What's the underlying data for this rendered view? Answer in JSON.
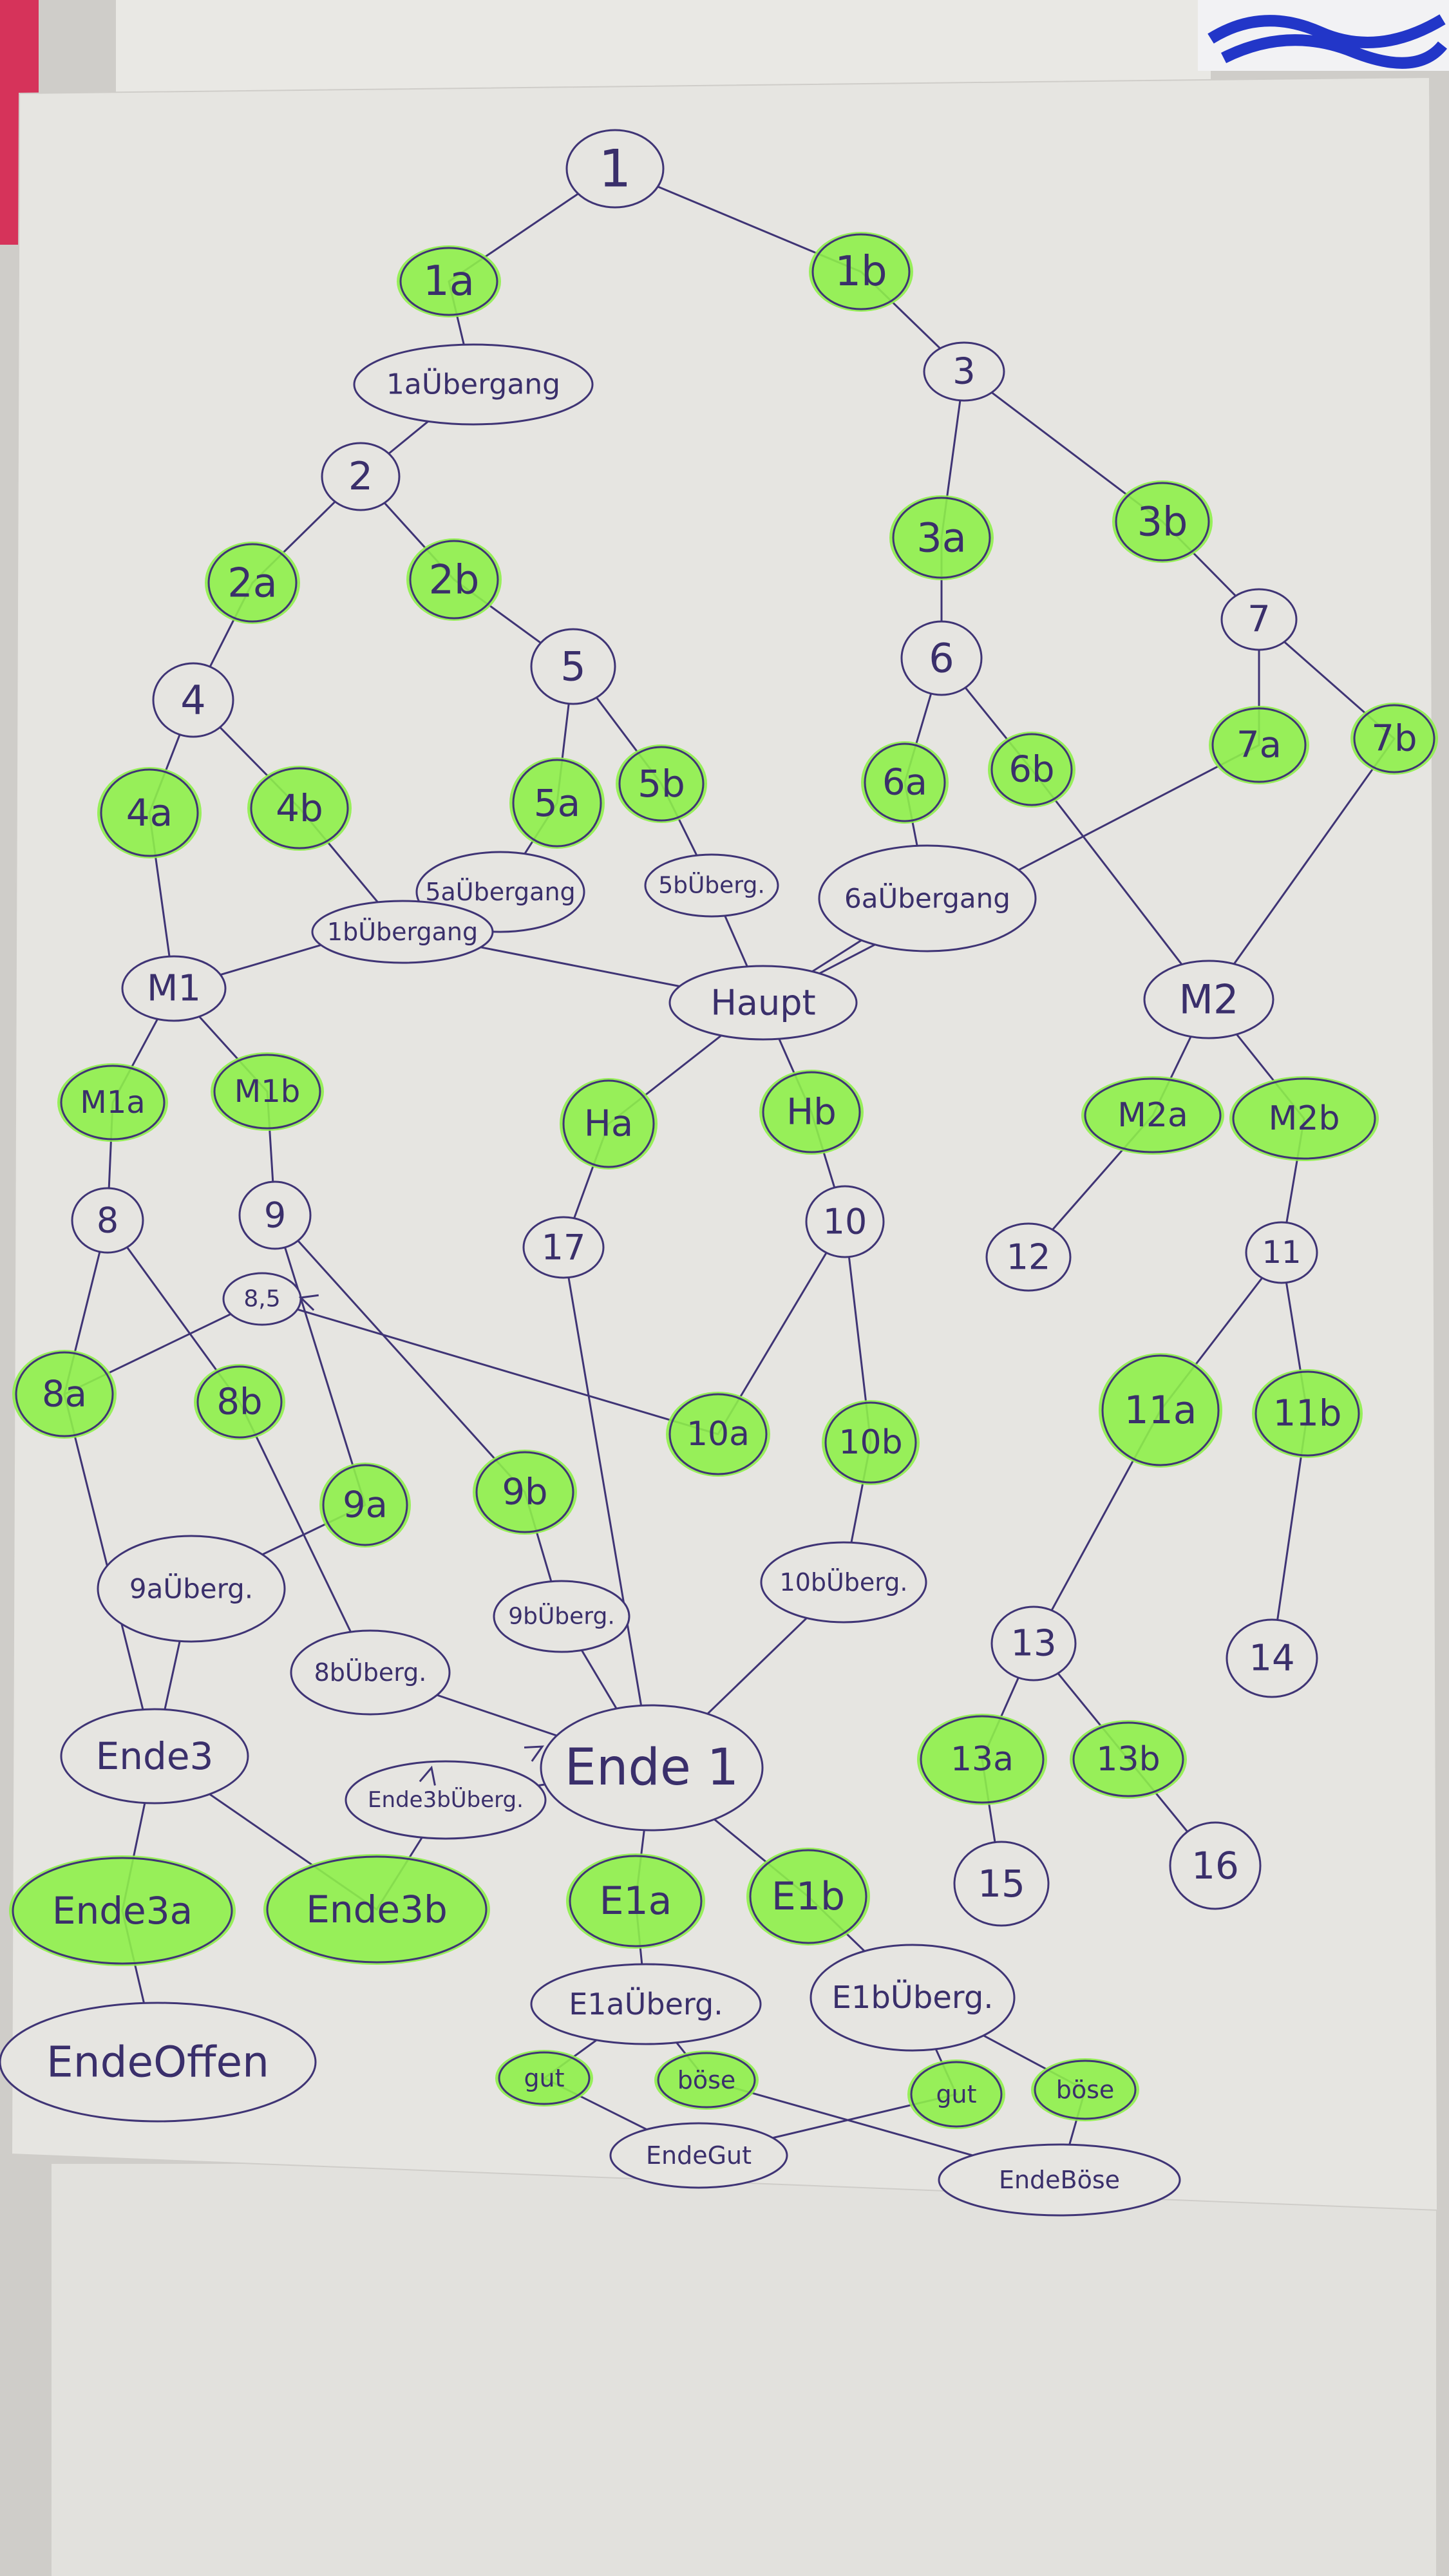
{
  "colors": {
    "ink": "#3f3475",
    "highlight": "#8ef04a",
    "paper": "#e6e5e1"
  },
  "nodes": [
    {
      "id": "n1",
      "label": "1"
    },
    {
      "id": "n1a",
      "label": "1a",
      "highlighted": true
    },
    {
      "id": "n1b",
      "label": "1b",
      "highlighted": true
    },
    {
      "id": "n1au",
      "label": "1aÜbergang"
    },
    {
      "id": "n2",
      "label": "2"
    },
    {
      "id": "n3",
      "label": "3"
    },
    {
      "id": "n2a",
      "label": "2a",
      "highlighted": true
    },
    {
      "id": "n2b",
      "label": "2b",
      "highlighted": true
    },
    {
      "id": "n3a",
      "label": "3a",
      "highlighted": true
    },
    {
      "id": "n3b",
      "label": "3b",
      "highlighted": true
    },
    {
      "id": "n4",
      "label": "4"
    },
    {
      "id": "n5",
      "label": "5"
    },
    {
      "id": "n6",
      "label": "6"
    },
    {
      "id": "n7",
      "label": "7"
    },
    {
      "id": "n4a",
      "label": "4a",
      "highlighted": true
    },
    {
      "id": "n4b",
      "label": "4b",
      "highlighted": true
    },
    {
      "id": "n5a",
      "label": "5a",
      "highlighted": true
    },
    {
      "id": "n5b",
      "label": "5b",
      "highlighted": true
    },
    {
      "id": "n6a",
      "label": "6a",
      "highlighted": true
    },
    {
      "id": "n6b",
      "label": "6b",
      "highlighted": true
    },
    {
      "id": "n7a",
      "label": "7a",
      "highlighted": true
    },
    {
      "id": "n7b",
      "label": "7b",
      "highlighted": true
    },
    {
      "id": "n5au",
      "label": "5aÜbergang"
    },
    {
      "id": "n1bu",
      "label": "1bÜbergang"
    },
    {
      "id": "n5bu",
      "label": "5bÜberg."
    },
    {
      "id": "n6au",
      "label": "6aÜbergang"
    },
    {
      "id": "nM1",
      "label": "M1"
    },
    {
      "id": "nHaupt",
      "label": "Haupt"
    },
    {
      "id": "nM2",
      "label": "M2"
    },
    {
      "id": "nM1a",
      "label": "M1a",
      "highlighted": true
    },
    {
      "id": "nM1b",
      "label": "M1b",
      "highlighted": true
    },
    {
      "id": "nHa",
      "label": "Ha",
      "highlighted": true
    },
    {
      "id": "nHb",
      "label": "Hb",
      "highlighted": true
    },
    {
      "id": "nM2a",
      "label": "M2a",
      "highlighted": true
    },
    {
      "id": "nM2b",
      "label": "M2b",
      "highlighted": true
    },
    {
      "id": "n8",
      "label": "8"
    },
    {
      "id": "n9",
      "label": "9"
    },
    {
      "id": "n17",
      "label": "17"
    },
    {
      "id": "n10",
      "label": "10"
    },
    {
      "id": "n12",
      "label": "12"
    },
    {
      "id": "n11",
      "label": "11"
    },
    {
      "id": "n85",
      "label": "8,5"
    },
    {
      "id": "n8a",
      "label": "8a",
      "highlighted": true
    },
    {
      "id": "n8b",
      "label": "8b",
      "highlighted": true
    },
    {
      "id": "n10a",
      "label": "10a",
      "highlighted": true
    },
    {
      "id": "n10b",
      "label": "10b",
      "highlighted": true
    },
    {
      "id": "n11a",
      "label": "11a",
      "highlighted": true
    },
    {
      "id": "n11b",
      "label": "11b",
      "highlighted": true
    },
    {
      "id": "n9a",
      "label": "9a",
      "highlighted": true
    },
    {
      "id": "n9b",
      "label": "9b",
      "highlighted": true
    },
    {
      "id": "n9au",
      "label": "9aÜberg."
    },
    {
      "id": "n9bu",
      "label": "9bÜberg."
    },
    {
      "id": "n10bu",
      "label": "10bÜberg."
    },
    {
      "id": "n8bu",
      "label": "8bÜberg."
    },
    {
      "id": "n13",
      "label": "13"
    },
    {
      "id": "n14",
      "label": "14"
    },
    {
      "id": "nEnde3",
      "label": "Ende3"
    },
    {
      "id": "nEnde1",
      "label": "Ende 1"
    },
    {
      "id": "nE3bu",
      "label": "Ende3bÜberg."
    },
    {
      "id": "n13a",
      "label": "13a",
      "highlighted": true
    },
    {
      "id": "n13b",
      "label": "13b",
      "highlighted": true
    },
    {
      "id": "nEnde3a",
      "label": "Ende3a",
      "highlighted": true
    },
    {
      "id": "nEnde3b",
      "label": "Ende3b",
      "highlighted": true
    },
    {
      "id": "nE1a",
      "label": "E1a",
      "highlighted": true
    },
    {
      "id": "nE1b",
      "label": "E1b",
      "highlighted": true
    },
    {
      "id": "n15",
      "label": "15"
    },
    {
      "id": "n16",
      "label": "16"
    },
    {
      "id": "nE1au",
      "label": "E1aÜberg."
    },
    {
      "id": "nE1bu",
      "label": "E1bÜberg."
    },
    {
      "id": "nEndeOffen",
      "label": "EndeOffen"
    },
    {
      "id": "ngut1",
      "label": "gut",
      "highlighted": true
    },
    {
      "id": "nbose1",
      "label": "böse",
      "highlighted": true
    },
    {
      "id": "ngut2",
      "label": "gut",
      "highlighted": true
    },
    {
      "id": "nbose2",
      "label": "böse",
      "highlighted": true
    },
    {
      "id": "nEndeGut",
      "label": "EndeGut"
    },
    {
      "id": "nEndeBose",
      "label": "EndeBöse"
    }
  ],
  "edges": [
    [
      "n1",
      "n1a"
    ],
    [
      "n1",
      "n1b"
    ],
    [
      "n1a",
      "n1au"
    ],
    [
      "n1au",
      "n2"
    ],
    [
      "n1b",
      "n3"
    ],
    [
      "n2",
      "n2a"
    ],
    [
      "n2",
      "n2b"
    ],
    [
      "n3",
      "n3a"
    ],
    [
      "n3",
      "n3b"
    ],
    [
      "n2a",
      "n4"
    ],
    [
      "n2b",
      "n5"
    ],
    [
      "n3a",
      "n6"
    ],
    [
      "n3b",
      "n7"
    ],
    [
      "n4",
      "n4a"
    ],
    [
      "n4",
      "n4b"
    ],
    [
      "n5",
      "n5a"
    ],
    [
      "n5",
      "n5b"
    ],
    [
      "n6",
      "n6a"
    ],
    [
      "n6",
      "n6b"
    ],
    [
      "n7",
      "n7a"
    ],
    [
      "n7",
      "n7b"
    ],
    [
      "n5a",
      "n5au"
    ],
    [
      "n4b",
      "n1bu"
    ],
    [
      "n5b",
      "n5bu"
    ],
    [
      "n6a",
      "n6au"
    ],
    [
      "n4a",
      "nM1"
    ],
    [
      "n5au",
      "nM1"
    ],
    [
      "n1bu",
      "nHaupt"
    ],
    [
      "n5bu",
      "nHaupt"
    ],
    [
      "n6au",
      "nHaupt"
    ],
    [
      "n7a",
      "nHaupt"
    ],
    [
      "n6b",
      "nM2"
    ],
    [
      "n7b",
      "nM2"
    ],
    [
      "nM1",
      "nM1a"
    ],
    [
      "nM1",
      "nM1b"
    ],
    [
      "nHaupt",
      "nHa"
    ],
    [
      "nHaupt",
      "nHb"
    ],
    [
      "nM2",
      "nM2a"
    ],
    [
      "nM2",
      "nM2b"
    ],
    [
      "nM1a",
      "n8"
    ],
    [
      "nM1b",
      "n9"
    ],
    [
      "nHa",
      "n17"
    ],
    [
      "nHb",
      "n10"
    ],
    [
      "nM2a",
      "n12"
    ],
    [
      "nM2b",
      "n11"
    ],
    [
      "n8",
      "n8a"
    ],
    [
      "n8",
      "n8b"
    ],
    [
      "n8a",
      "n85"
    ],
    [
      "n9",
      "n9a"
    ],
    [
      "n9",
      "n9b"
    ],
    [
      "n10a",
      "n85"
    ],
    [
      "n10",
      "n10a"
    ],
    [
      "n10",
      "n10b"
    ],
    [
      "n11",
      "n11a"
    ],
    [
      "n11",
      "n11b"
    ],
    [
      "n9a",
      "n9au"
    ],
    [
      "n9b",
      "n9bu"
    ],
    [
      "n10b",
      "n10bu"
    ],
    [
      "n8b",
      "n8bu"
    ],
    [
      "n8a",
      "nEnde3"
    ],
    [
      "n9au",
      "nEnde3"
    ],
    [
      "n8bu",
      "nEnde1"
    ],
    [
      "n9bu",
      "nEnde1"
    ],
    [
      "n17",
      "nEnde1"
    ],
    [
      "n10bu",
      "nEnde1"
    ],
    [
      "n11a",
      "n13"
    ],
    [
      "n11b",
      "n14"
    ],
    [
      "nEnde3",
      "nEnde3a"
    ],
    [
      "nEnde3",
      "nEnde3b"
    ],
    [
      "nEnde3b",
      "nE3bu"
    ],
    [
      "nE3bu",
      "nEnde1"
    ],
    [
      "nEnde1",
      "nE1a"
    ],
    [
      "nEnde1",
      "nE1b"
    ],
    [
      "n13",
      "n13a"
    ],
    [
      "n13",
      "n13b"
    ],
    [
      "n13a",
      "n15"
    ],
    [
      "n13b",
      "n16"
    ],
    [
      "nE1a",
      "nE1au"
    ],
    [
      "nE1b",
      "nE1bu"
    ],
    [
      "nEnde3a",
      "nEndeOffen"
    ],
    [
      "nE1au",
      "ngut1"
    ],
    [
      "nE1au",
      "nbose1"
    ],
    [
      "nE1bu",
      "ngut2"
    ],
    [
      "nE1bu",
      "nbose2"
    ],
    [
      "ngut1",
      "nEndeGut"
    ],
    [
      "ngut2",
      "nEndeGut"
    ],
    [
      "nbose1",
      "nEndeBose"
    ],
    [
      "nbose2",
      "nEndeBose"
    ]
  ]
}
